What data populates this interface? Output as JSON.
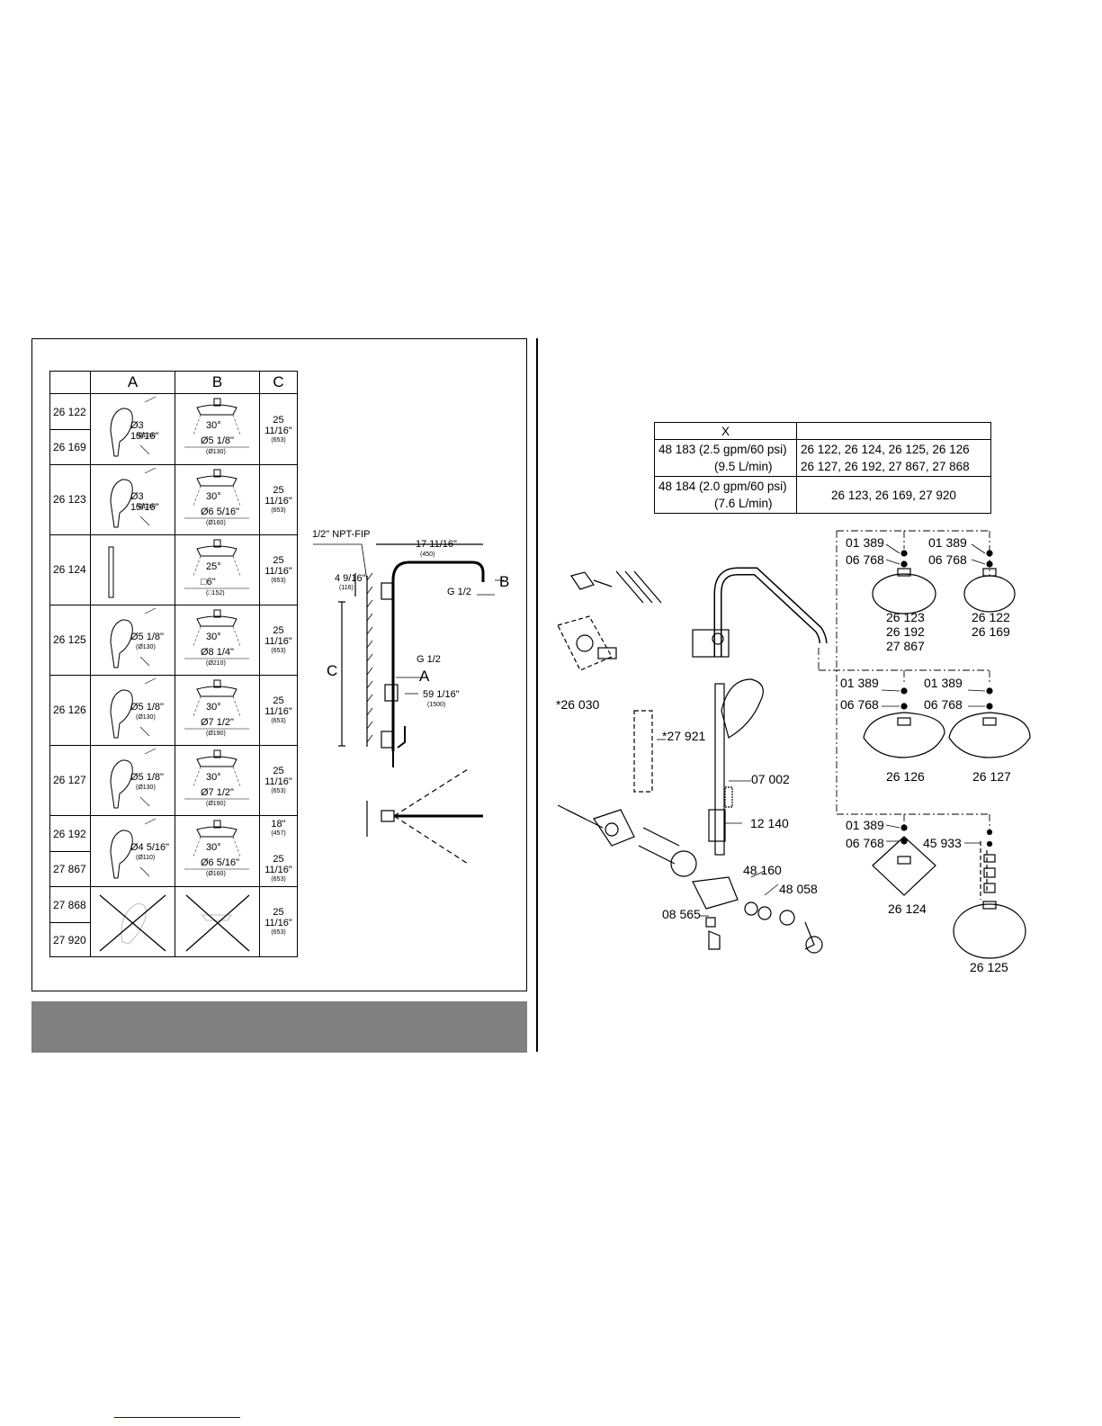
{
  "dimension_table": {
    "headers": [
      "",
      "A",
      "B",
      "C"
    ],
    "rows": [
      {
        "codes": [
          "26 122",
          "26 169"
        ],
        "a_dim": "Ø3 15/16\"",
        "a_mm": "(Ø100)",
        "b_angle": "30°",
        "b_dim": "Ø5 1/8\"",
        "b_mm": "(Ø130)",
        "c_dim": "25 11/16\"",
        "c_mm": "(653)"
      },
      {
        "codes": [
          "26 123"
        ],
        "a_dim": "Ø3 15/16\"",
        "a_mm": "(Ø100)",
        "b_angle": "30°",
        "b_dim": "Ø6 5/16\"",
        "b_mm": "(Ø160)",
        "c_dim": "25 11/16\"",
        "c_mm": "(653)"
      },
      {
        "codes": [
          "26 124"
        ],
        "a_dim": "",
        "a_mm": "",
        "b_angle": "25°",
        "b_dim": "□6\"",
        "b_mm": "(□152)",
        "c_dim": "25 11/16\"",
        "c_mm": "(653)"
      },
      {
        "codes": [
          "26 125"
        ],
        "a_dim": "Ø5 1/8\"",
        "a_mm": "(Ø130)",
        "b_angle": "30°",
        "b_dim": "Ø8 1/4\"",
        "b_mm": "(Ø210)",
        "c_dim": "25 11/16\"",
        "c_mm": "(653)"
      },
      {
        "codes": [
          "26 126"
        ],
        "a_dim": "Ø5 1/8\"",
        "a_mm": "(Ø130)",
        "b_angle": "30°",
        "b_dim": "Ø7 1/2\"",
        "b_mm": "(Ø190)",
        "c_dim": "25 11/16\"",
        "c_mm": "(653)"
      },
      {
        "codes": [
          "26 127"
        ],
        "a_dim": "Ø5 1/8\"",
        "a_mm": "(Ø130)",
        "b_angle": "30°",
        "b_dim": "Ø7 1/2\"",
        "b_mm": "(Ø190)",
        "c_dim": "25 11/16\"",
        "c_mm": "(653)"
      },
      {
        "codes": [
          "26 192",
          "27 867"
        ],
        "a_dim": "Ø4 5/16\"",
        "a_mm": "(Ø110)",
        "b_angle": "30°",
        "b_dim": "Ø6 5/16\"",
        "b_mm": "(Ø160)",
        "c_dim": "18\"",
        "c_mm": "(457)",
        "c_dim2": "25 11/16\"",
        "c_mm2": "(653)"
      },
      {
        "codes": [
          "27 868",
          "27 920"
        ],
        "a_dim": "",
        "a_mm": "",
        "b_angle": "",
        "b_dim": "",
        "b_mm": "",
        "c_dim": "25 11/16\"",
        "c_mm": "(653)"
      }
    ]
  },
  "install_diagram": {
    "npt_label": "1/2\" NPT-FIP",
    "width_dim": "17 11/16\"",
    "width_mm": "(450)",
    "height_dim": "4 9/16\"",
    "height_mm": "(116)",
    "g_top": "G 1/2",
    "g_mid": "G 1/2",
    "label_b": "B",
    "label_a": "A",
    "label_c": "C",
    "hose_dim": "59 1/16\"",
    "hose_mm": "(1500)"
  },
  "x_table": {
    "header": [
      "X",
      ""
    ],
    "rows": [
      {
        "part": "48 183 (2.5 gpm/60 psi)",
        "flow": "(9.5 L/min)",
        "models_1": "26 122, 26 124, 26 125, 26 126",
        "models_2": "26 127, 26 192, 27 867, 27 868"
      },
      {
        "part": "48 184 (2.0 gpm/60 psi)",
        "flow": "(7.6 L/min)",
        "models_1": "26 123, 26 169, 27 920",
        "models_2": ""
      }
    ]
  },
  "parts": {
    "p26030": "*26 030",
    "p27921": "*27 921",
    "p07002": "07 002",
    "p12140": "12 140",
    "p48160": "48 160",
    "p48058": "48 058",
    "p08565": "08 565",
    "g1_a": "01 389",
    "g1_b": "06 768",
    "g1_models": [
      "26 123",
      "26 192",
      "27 867"
    ],
    "g2_a": "01 389",
    "g2_b": "06 768",
    "g2_models": [
      "26 122",
      "26 169"
    ],
    "g3_a": "01 389",
    "g3_b": "06 768",
    "g3_model": "26 126",
    "g4_a": "01 389",
    "g4_b": "06 768",
    "g4_model": "26 127",
    "g5_a": "01 389",
    "g5_b": "06 768",
    "g5_model": "26 124",
    "g6_a": "45 933",
    "g6_model": "26 125"
  }
}
